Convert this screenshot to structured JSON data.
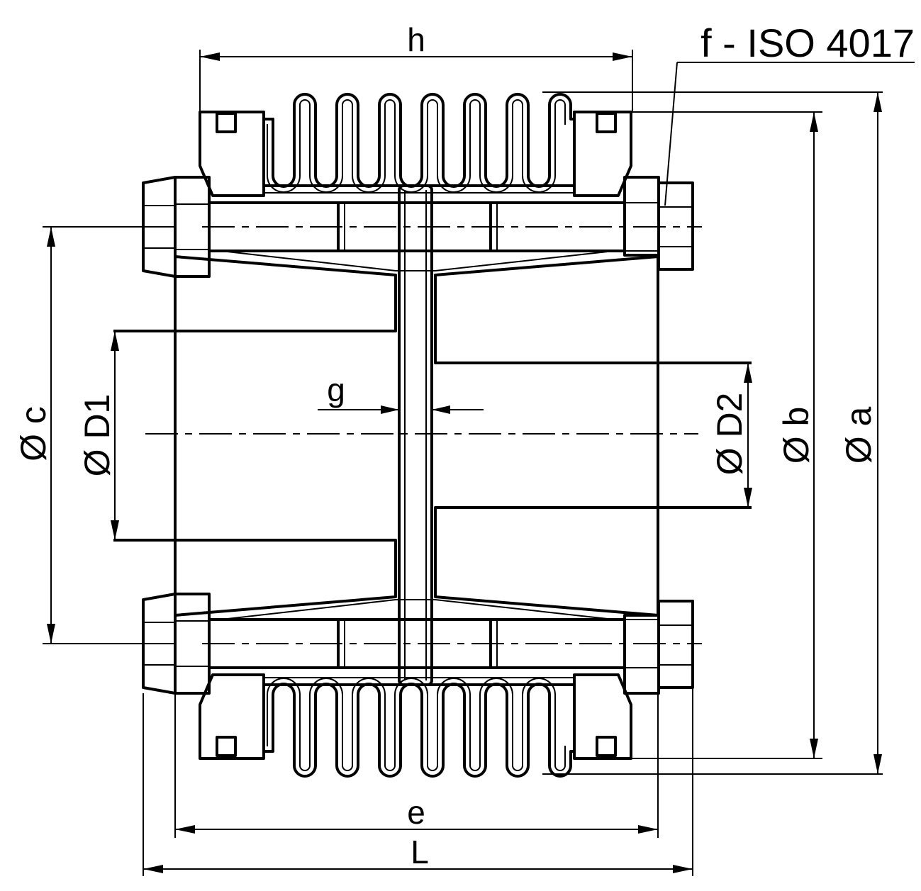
{
  "labels": {
    "h": "h",
    "f": "f - ISO 4017",
    "c": "Ø c",
    "D1": "Ø D1",
    "g": "g",
    "D2": "Ø D2",
    "b": "Ø b",
    "a": "Ø a",
    "e": "e",
    "L": "L"
  }
}
